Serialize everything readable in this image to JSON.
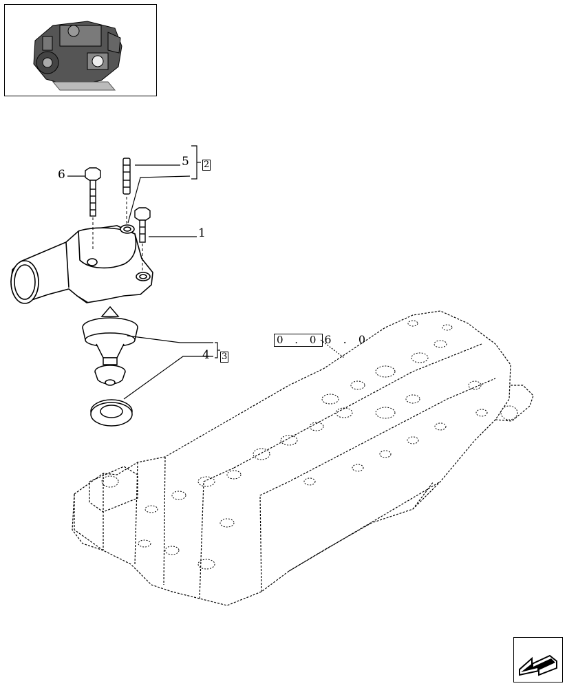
{
  "callouts": {
    "c1": "1",
    "c4": "4",
    "c5": "5",
    "c6": "6",
    "kit2": "2",
    "kit3": "3"
  },
  "reference": {
    "boxed": "0 . 0",
    "rest": "6 . 0"
  },
  "icons": {
    "thumbnail": "engine-thumbnail-icon",
    "nav": "previous-page-arrow-icon"
  },
  "colors": {
    "line": "#000000",
    "background": "#ffffff"
  }
}
